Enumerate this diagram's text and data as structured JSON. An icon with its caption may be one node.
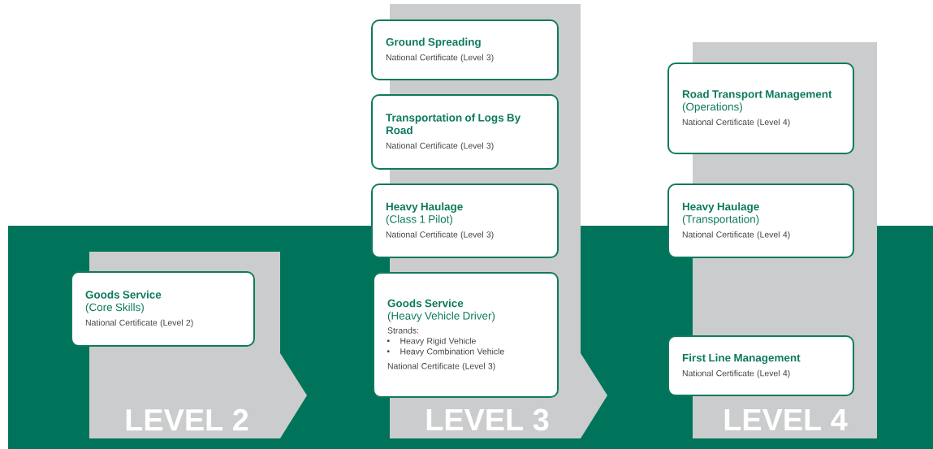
{
  "diagram": {
    "nodes": [
      {
        "text": [
          "LEVEL 2"
        ]
      },
      {
        "text": [
          "Goods Service",
          "(Core Skills)",
          "National Certificate (Level 2)"
        ]
      },
      {
        "text": [
          "LEVEL 3"
        ]
      },
      {
        "text": [
          "Ground Spreading",
          "National Certificate (Level 3)"
        ]
      },
      {
        "text": [
          "Transportation of Logs By Road",
          "National Certificate (Level 3)"
        ]
      },
      {
        "text": [
          "Heavy Haulage",
          "(Class 1 Pilot)",
          "National Certificate (Level 3)"
        ]
      },
      {
        "text": [
          "Goods Service",
          "(Heavy Vehicle Driver)",
          "Strands:",
          "Heavy Rigid Vehicle",
          "Heavy Combination Vehicle",
          "National Certificate (Level 3)"
        ]
      },
      {
        "text": [
          "LEVEL 4"
        ]
      },
      {
        "text": [
          "Road Transport Management",
          "(Operations)",
          "National Certificate (Level 4)"
        ]
      },
      {
        "text": [
          "Heavy Haulage",
          "(Transportation)",
          "National Certificate (Level 4)"
        ]
      },
      {
        "text": [
          "First Line Management",
          "National Certificate (Level 4)"
        ]
      }
    ]
  }
}
